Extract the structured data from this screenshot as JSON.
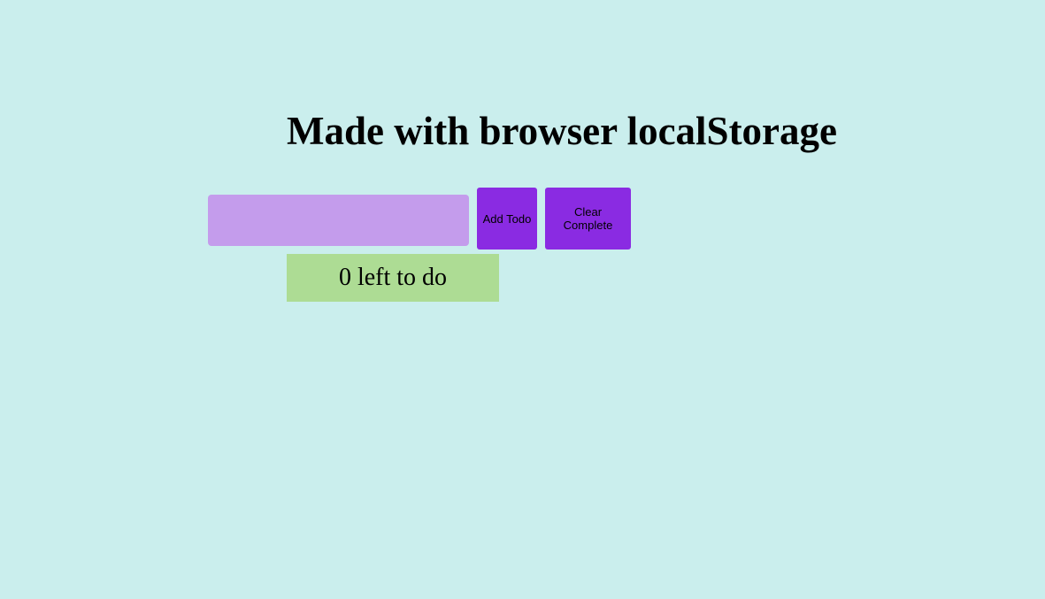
{
  "header": {
    "title": "Made with browser localStorage"
  },
  "form": {
    "input_value": "",
    "input_placeholder": "",
    "add_label": "Add Todo",
    "clear_label": "Clear Complete"
  },
  "status": {
    "remaining_text": "0 left to do"
  },
  "colors": {
    "background": "#caeeed",
    "input_background": "#c49cec",
    "button_background": "#8a2be2",
    "counter_background": "#addc94"
  }
}
